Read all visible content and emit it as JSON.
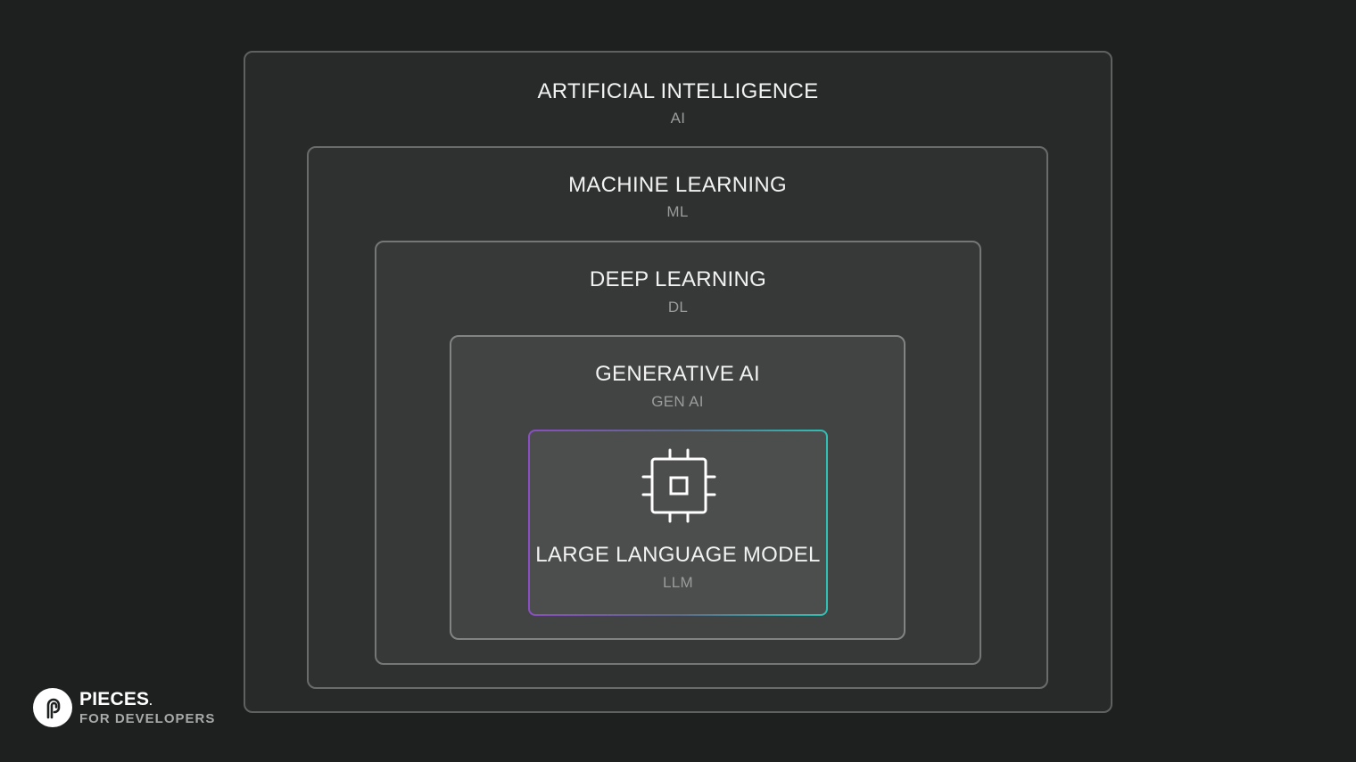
{
  "diagram": {
    "levels": [
      {
        "title": "ARTIFICIAL INTELLIGENCE",
        "abbr": "AI"
      },
      {
        "title": "MACHINE LEARNING",
        "abbr": "ML"
      },
      {
        "title": "DEEP LEARNING",
        "abbr": "DL"
      },
      {
        "title": "GENERATIVE AI",
        "abbr": "GEN AI"
      },
      {
        "title": "LARGE LANGUAGE MODEL",
        "abbr": "LLM",
        "icon": "chip-icon"
      }
    ],
    "colors": {
      "background": "#1e2020",
      "llm_border_start": "#8a4fc2",
      "llm_border_end": "#2ec2b4"
    }
  },
  "branding": {
    "name": "PIECES",
    "trademark": ".",
    "tagline": "FOR DEVELOPERS",
    "icon": "pieces-logo-icon"
  }
}
